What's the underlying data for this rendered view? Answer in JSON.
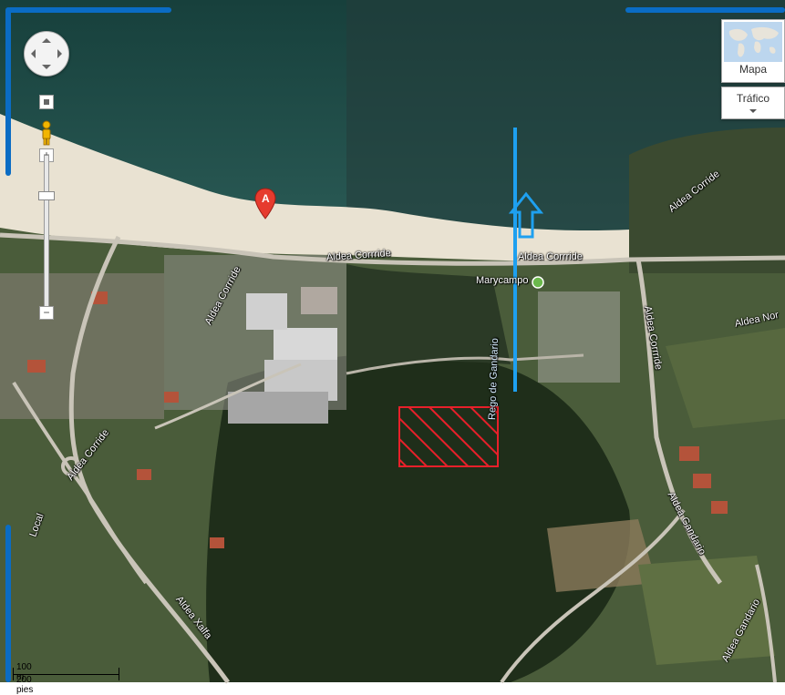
{
  "map": {
    "labels": {
      "road_top_left": "Aldea Corrride",
      "road_top_right": "Aldea Corrride",
      "road_right_vert": "Aldea Corrride",
      "road_far_right_top": "Aldea Corride",
      "road_left_vert": "Aldea Corrride",
      "road_lower_left_1": "Aldea Corride",
      "road_lower_left_2": "Aldea Xalfa",
      "road_right_lower": "Aldea Gandario",
      "road_right_bottom": "Aldea Gandario",
      "road_far_right_mid": "Aldea Nor",
      "stream": "Rego de Gandario",
      "poi": "Marycampo",
      "road_far_left": "Local"
    },
    "marker_letter": "A"
  },
  "controls": {
    "zoom_in": "+",
    "zoom_out": "−",
    "map_type": "Mapa",
    "traffic": "Tráfico"
  },
  "scale": {
    "metric": "100 m",
    "imperial": "200 pies"
  },
  "colors": {
    "frame": "#0a6cc4",
    "stream_line": "#1ea0f0",
    "hatch": "#e8202a"
  }
}
